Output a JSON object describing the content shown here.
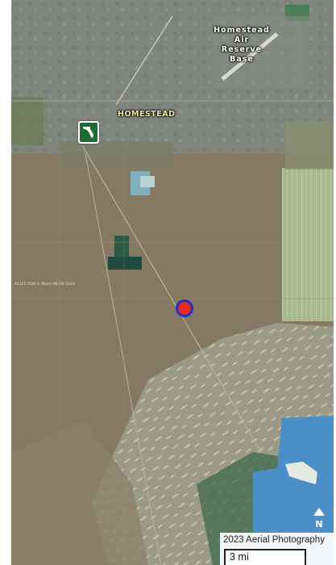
{
  "map": {
    "labels": {
      "air_base_line1": "Homestead",
      "air_base_line2": "Air",
      "air_base_line3": "Reserve",
      "air_base_line4": "Base",
      "city": "HOMESTEAD",
      "watermark": "A11257838 © Miami MLS® 2024"
    },
    "marker": {
      "fill": "#e62a1e",
      "stroke": "#2330c8"
    },
    "shield_color": "#1d6b37",
    "water_color": "#4b8fc9",
    "compass": {
      "letter": "N",
      "icon": "north-arrow-icon"
    },
    "attribution": {
      "title": "2023 Aerial Photography"
    },
    "scale_bar": {
      "label": "3 mi"
    }
  }
}
